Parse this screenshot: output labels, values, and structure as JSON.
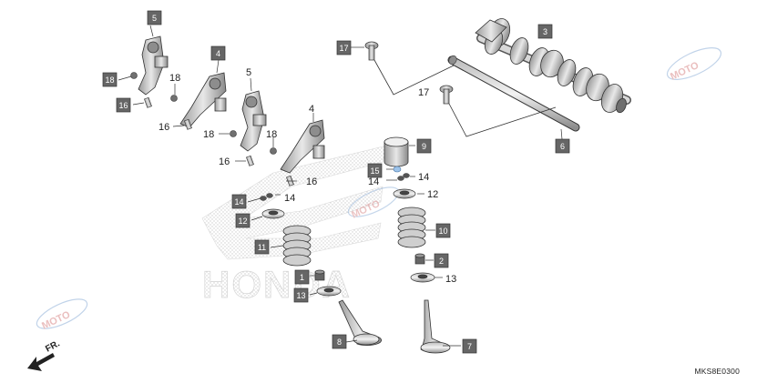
{
  "diagram_code": "MKS8E0300",
  "front_marker": "FR.",
  "watermark_brand": "HONDA",
  "watermark_moto": "MOTO",
  "callouts": {
    "boxed": [
      "5",
      "4",
      "18",
      "16",
      "3",
      "17",
      "6",
      "9",
      "15",
      "10",
      "14",
      "12",
      "11",
      "2",
      "1",
      "13",
      "8",
      "7"
    ],
    "plain": [
      "18",
      "16",
      "5",
      "18",
      "16",
      "4",
      "16",
      "17",
      "14",
      "14",
      "14",
      "12",
      "13"
    ]
  }
}
